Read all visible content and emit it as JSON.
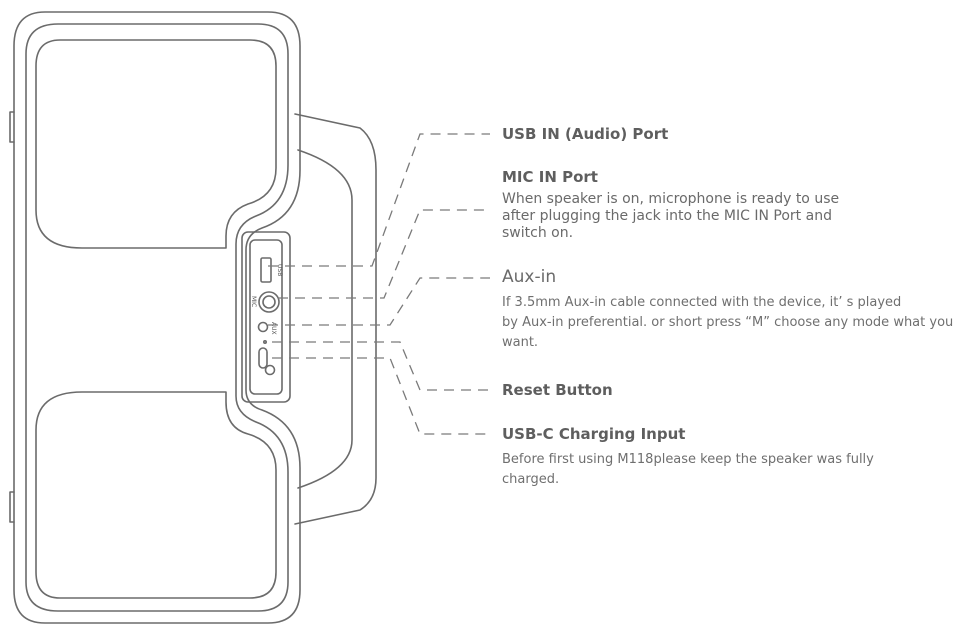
{
  "port_labels": {
    "usb": "USB",
    "mic": "MIC",
    "aux": "AUX"
  },
  "callouts": {
    "usb_in": {
      "title": "USB IN (Audio) Port"
    },
    "mic_in": {
      "title": "MIC IN Port",
      "lines": [
        "When speaker is on, microphone is ready to use",
        "after plugging the jack into the MIC IN Port and",
        "switch on."
      ]
    },
    "aux_in": {
      "title": "Aux-in",
      "lines": [
        "If 3.5mm Aux-in cable connected with the device, it’ s played",
        "by Aux-in preferential. or short press “M” choose any mode what you",
        "want."
      ]
    },
    "reset": {
      "title": "Reset Button"
    },
    "usb_c": {
      "title": "USB-C Charging Input",
      "lines": [
        "Before first using  M118please keep the speaker was fully",
        "charged."
      ]
    }
  }
}
